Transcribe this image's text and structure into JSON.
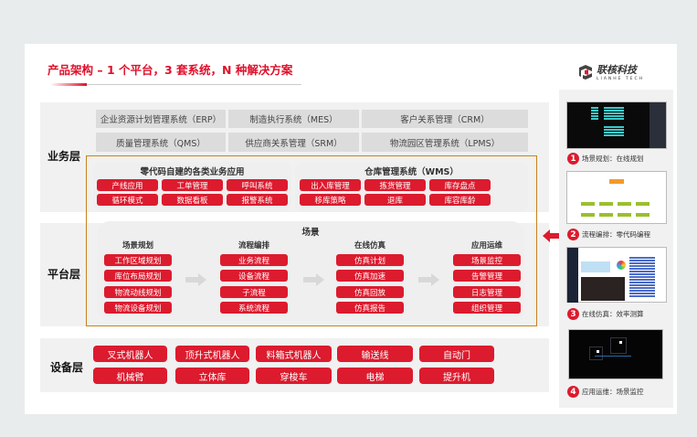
{
  "title": "产品架构 – 1 个平台，3 套系统，N 种解决方案",
  "logo": {
    "name": "联核科技",
    "sub": "LIANHE TECH"
  },
  "business": {
    "label": "业务层",
    "systems": [
      "企业资源计划管理系统（ERP）",
      "制造执行系统（MES）",
      "客户关系管理（CRM）",
      "质量管理系统（QMS）",
      "供应商关系管理（SRM）",
      "物流园区管理系统（LPMS）"
    ],
    "apps": {
      "title": "零代码自建的各类业务应用",
      "items": [
        "产线应用",
        "工单管理",
        "呼叫系统",
        "循环模式",
        "数据看板",
        "报警系统"
      ]
    },
    "wms": {
      "title": "仓库管理系统（WMS）",
      "items": [
        "出入库管理",
        "拣货管理",
        "库存盘点",
        "移库策略",
        "退库",
        "库容库龄"
      ]
    }
  },
  "platform": {
    "label": "平台层",
    "scene_title": "场景",
    "columns": [
      {
        "title": "场景规划",
        "items": [
          "工作区域规划",
          "库位布局规划",
          "物流动线规划",
          "物流设备规划"
        ]
      },
      {
        "title": "流程编排",
        "items": [
          "业务流程",
          "设备流程",
          "子流程",
          "系统流程"
        ]
      },
      {
        "title": "在线仿真",
        "items": [
          "仿真计划",
          "仿真加速",
          "仿真回放",
          "仿真报告"
        ]
      },
      {
        "title": "应用运维",
        "items": [
          "场景监控",
          "告警管理",
          "日志管理",
          "组织管理"
        ]
      }
    ]
  },
  "device": {
    "label": "设备层",
    "items": [
      "叉式机器人",
      "顶升式机器人",
      "料箱式机器人",
      "输送线",
      "自动门",
      "机械臂",
      "立体库",
      "穿梭车",
      "电梯",
      "提升机"
    ]
  },
  "showcase": [
    {
      "num": "1",
      "caption": "场景规划：在线规划"
    },
    {
      "num": "2",
      "caption": "流程编排：零代码编程"
    },
    {
      "num": "3",
      "caption": "在线仿真：效率测算"
    },
    {
      "num": "4",
      "caption": "应用运维：场景监控"
    }
  ],
  "colors": {
    "brand": "#dc1b2e",
    "frame": "#c8821c"
  }
}
